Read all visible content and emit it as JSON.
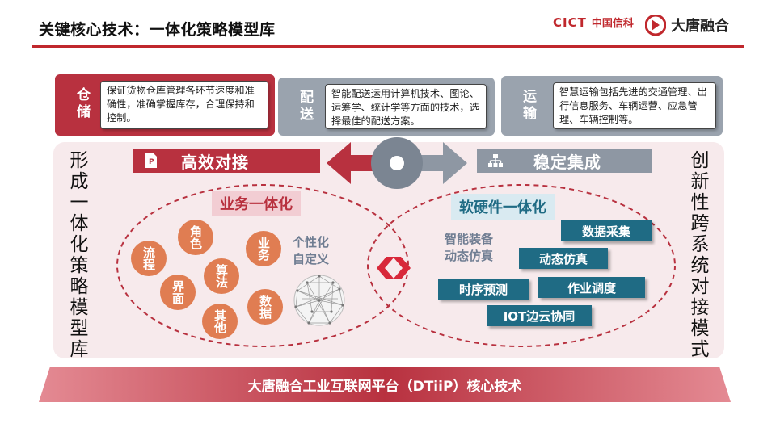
{
  "header": {
    "title": "关键核心技术：一体化策略模型库",
    "logo_cict_mark": "CICT",
    "logo_cict_name": "中国信科",
    "logo_dt_name": "大唐融合"
  },
  "cards": [
    {
      "tab": "仓储",
      "text": "保证货物仓库管理各环节速度和准确性，准确掌握库存，合理保持和控制。",
      "tab_color": "#b8313f"
    },
    {
      "tab": "配送",
      "text": "智能配送运用计算机技术、图论、运筹学、统计学等方面的技术，选择最佳的配送方案。",
      "tab_color": "#9aa3ae"
    },
    {
      "tab": "运输",
      "text": "智慧运输包括先进的交通管理、出行信息服务、车辆运营、应急管理、车辆控制等。",
      "tab_color": "#9aa3ae"
    }
  ],
  "left_vertical": "形成一体化策略模型库",
  "right_vertical": "创新性跨系统对接模式",
  "left_banner": {
    "label": "高效对接",
    "icon": "document-icon",
    "color": "#b8313f"
  },
  "right_banner": {
    "label": "稳定集成",
    "icon": "hierarchy-icon",
    "color": "#8e97a3"
  },
  "left_sub": "业务一体化",
  "right_sub": "软硬件一体化",
  "circles": [
    "角色",
    "流程",
    "业务",
    "算法",
    "界面",
    "数据",
    "其他"
  ],
  "personalize_text": [
    "个性化",
    "自定义"
  ],
  "smart_text": [
    "智能装备",
    "动态仿真"
  ],
  "tags": [
    "数据采集",
    "动态仿真",
    "时序预测",
    "作业调度",
    "IOT边云协同"
  ],
  "footer": "大唐融合工业互联网平台（DTiiP）核心技术",
  "colors": {
    "accent_red": "#c0282d",
    "card_red": "#b8313f",
    "gray": "#9aa3ae",
    "teal": "#1f6b84",
    "orange": "#e07d52",
    "panel": "#f7eaec"
  }
}
